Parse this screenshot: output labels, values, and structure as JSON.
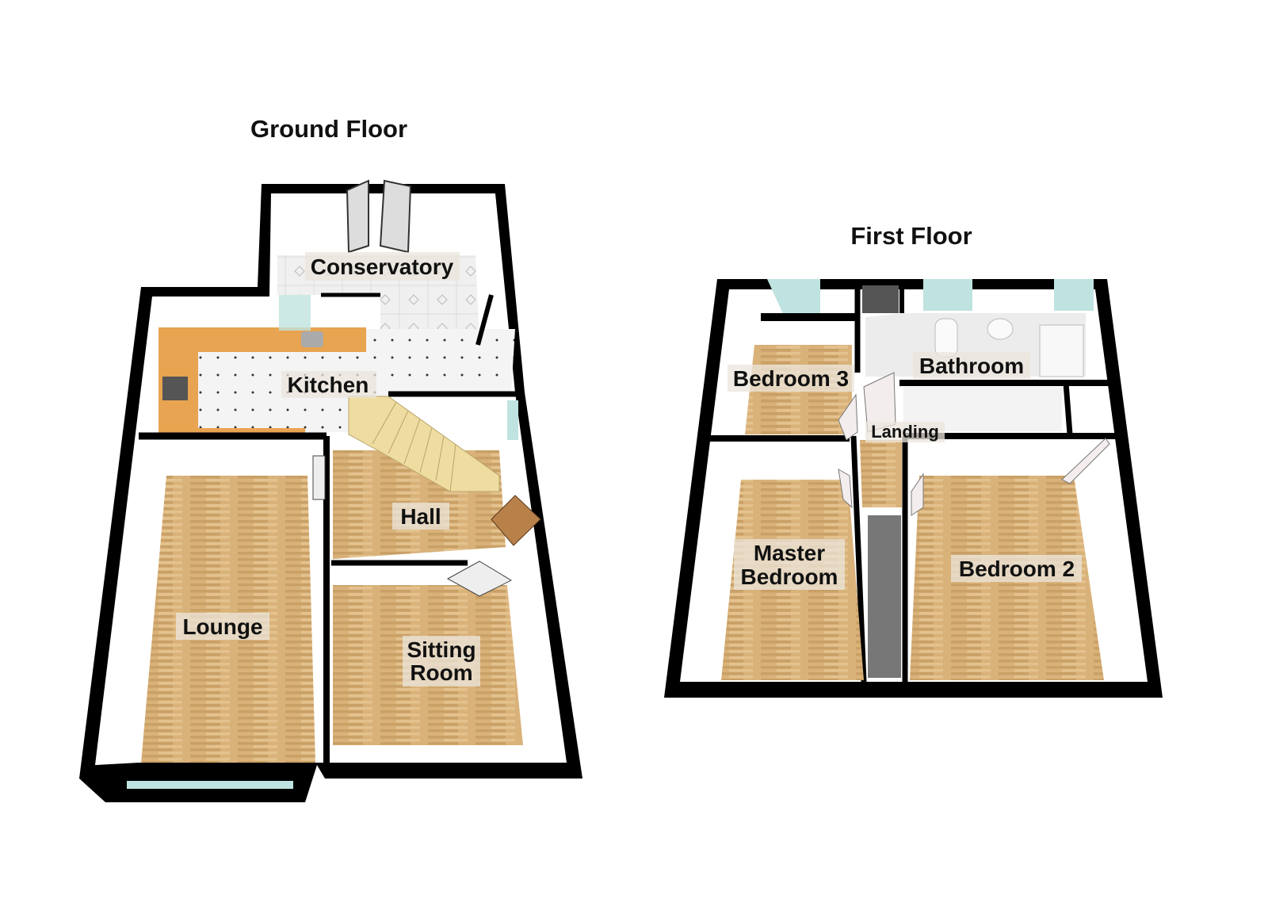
{
  "ground_floor": {
    "title": "Ground Floor",
    "rooms": {
      "conservatory": "Conservatory",
      "kitchen": "Kitchen",
      "hall": "Hall",
      "lounge": "Lounge",
      "sitting_room_line1": "Sitting",
      "sitting_room_line2": "Room"
    }
  },
  "first_floor": {
    "title": "First Floor",
    "rooms": {
      "bedroom3": "Bedroom 3",
      "bathroom": "Bathroom",
      "landing": "Landing",
      "master_line1": "Master",
      "master_line2": "Bedroom",
      "bedroom2": "Bedroom 2"
    }
  },
  "colors": {
    "wall": "#000000",
    "wood": "#d9b27a",
    "tile": "#f1f1f1",
    "counter": "#e8a450",
    "glass": "#bfe3e0"
  }
}
